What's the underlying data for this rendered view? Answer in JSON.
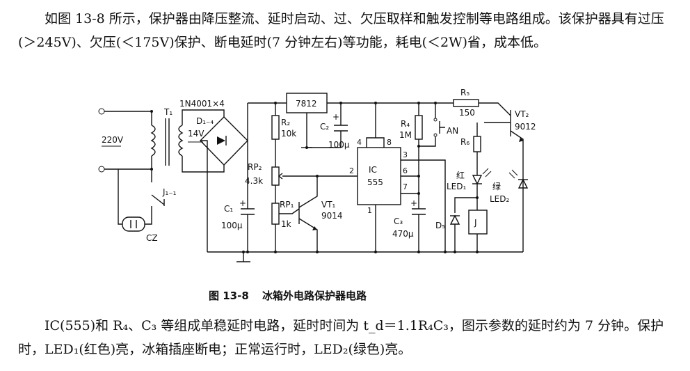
{
  "text": {
    "para1": "如图 13-8 所示，保护器由降压整流、延时启动、过、欠压取样和触发控制等电路组成。该保护器具有过压(＞245V)、欠压(＜175V)保护、断电延时(7 分钟左右)等功能，耗电(＜2W)省，成本低。",
    "caption_number": "图 13-8",
    "caption_title": "冰箱外电路保护器电路",
    "para2": "IC(555)和 R₄、C₃ 等组成单稳延时电路，延时时间为 t_d＝1.1R₄C₃，图示参数的延时约为 7 分钟。保护时，LED₁(红色)亮，冰箱插座断电；正常运行时，LED₂(绿色)亮。"
  },
  "diagram": {
    "input_voltage": "220V",
    "transformer": "T₁",
    "secondary_voltage": "14V",
    "diodes_spec": "1N4001×4",
    "diodes_ref": "D₁₋₄",
    "relay_contact": "J₁₋₁",
    "socket": "CZ",
    "regulator": "7812",
    "c1": "C₁",
    "c1_val": "100μ",
    "c2": "C₂",
    "c2_val": "100μ",
    "r2": "R₂",
    "r2_val": "10k",
    "rp2": "RP₂",
    "rp2_val": "4.3k",
    "rp1": "RP₁",
    "rp1_val": "1k",
    "vt1": "VT₁",
    "vt1_val": "9014",
    "ic_name": "IC",
    "ic_val": "555",
    "pin4": "4",
    "pin8": "8",
    "pin3": "3",
    "pin2": "2",
    "pin6": "6",
    "pin7": "7",
    "pin1": "1",
    "r4": "R₄",
    "r4_val": "1M",
    "an": "AN",
    "c3": "C₃",
    "c3_val": "470μ",
    "r5": "R₅",
    "r5_val": "150",
    "vt2": "VT₂",
    "vt2_val": "9012",
    "r6": "R₆",
    "led1_color": "红",
    "led1": "LED₁",
    "led2_color": "绿",
    "led2": "LED₂",
    "d5": "D₅",
    "relay": "J",
    "plus": "+"
  }
}
